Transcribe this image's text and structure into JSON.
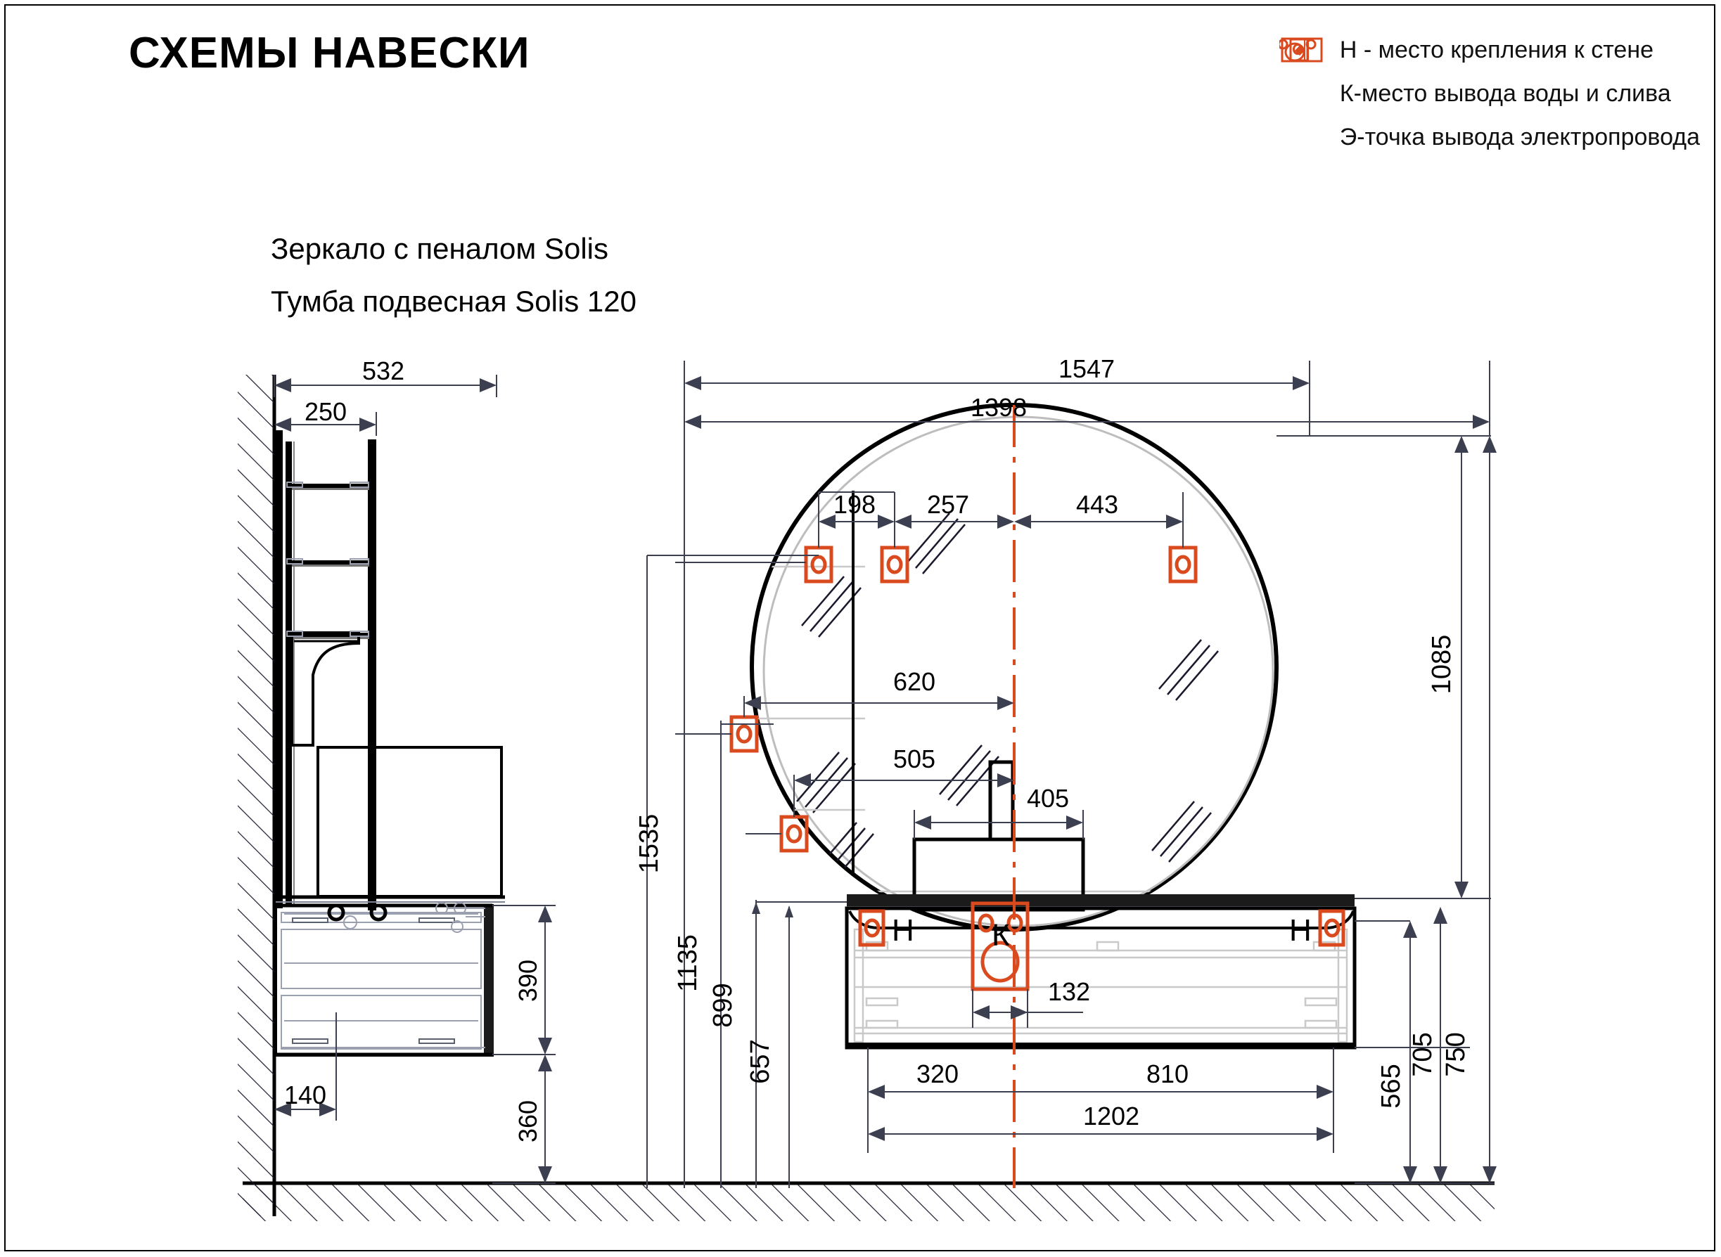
{
  "title": "СХЕМЫ НАВЕСКИ",
  "legend": {
    "items": [
      {
        "icon": "wall-mount-icon",
        "text": "Н - место крепления к стене"
      },
      {
        "icon": "water-outlet-icon",
        "text": "К-место вывода воды и слива"
      },
      {
        "icon": "electric-point-icon",
        "text": "Э-точка вывода электропровода"
      }
    ]
  },
  "products": {
    "line1": "Зеркало с пеналом Solis",
    "line2": "Тумба подвесная Solis 120"
  },
  "colors": {
    "accent": "#D94A1E",
    "line": "#000000",
    "dim": "#3b3f50"
  },
  "markers": {
    "h": "Н",
    "k": "К"
  },
  "dimensions": {
    "side_view": {
      "depth_total": "532",
      "depth_cabinet": "250",
      "offset_bottom": "140",
      "drawer_height": "390",
      "floor_gap": "360"
    },
    "front_view": {
      "overall_width": "1547",
      "mirror_width": "1398",
      "mount_left_edge": "198",
      "mount_left_center": "257",
      "mount_right": "443",
      "mount_mid_left": "620",
      "mount_low_left": "505",
      "faucet_width": "405",
      "height_total": "1535",
      "height_mirror_bottom": "1135",
      "height_counter": "899",
      "height_cabinet_bottom": "657",
      "mirror_height": "1085",
      "drain_offset": "132",
      "cabinet_left": "320",
      "cabinet_right": "810",
      "cabinet_width": "1202",
      "cabinet_bottom_height": "565",
      "counter_height": "705",
      "top_height": "750"
    }
  }
}
